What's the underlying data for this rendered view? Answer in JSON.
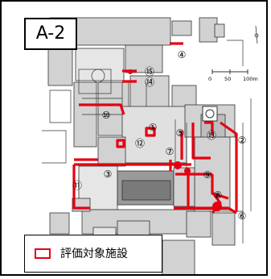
{
  "map_label": "A-2",
  "legend": {
    "label": "評価対象施設",
    "color": "#e60012"
  },
  "scale_bar": {
    "ticks": [
      "0",
      "50",
      "100m"
    ]
  },
  "colors": {
    "facility": "#e60012",
    "building_fill": "#c8c8c8",
    "building_dark": "#8c8c8c",
    "outline": "#333333"
  },
  "markers": [
    "①",
    "②",
    "③",
    "④",
    "⑤",
    "⑥",
    "⑦",
    "⑧",
    "⑨",
    "⑩",
    "⑪",
    "⑫",
    "⑬",
    "⑭",
    "⑮"
  ]
}
